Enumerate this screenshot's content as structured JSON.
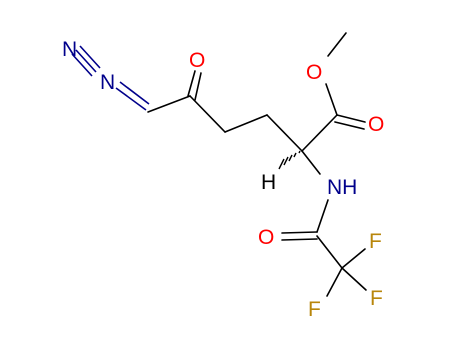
{
  "atoms": [
    {
      "id": "n_terminal",
      "symbol": "N",
      "color": "#00008b"
    },
    {
      "id": "n_inner",
      "symbol": "N",
      "color": "#00008b"
    },
    {
      "id": "o_ketone",
      "symbol": "O",
      "color": "#ff0000"
    },
    {
      "id": "o_ester_ether",
      "symbol": "O",
      "color": "#ff0000"
    },
    {
      "id": "o_ester_carbonyl",
      "symbol": "O",
      "color": "#ff0000"
    },
    {
      "id": "h_stereo",
      "symbol": "H",
      "color": "#000000"
    },
    {
      "id": "nh_amide",
      "symbol": "NH",
      "color": "#00008b"
    },
    {
      "id": "o_amide",
      "symbol": "O",
      "color": "#ff0000"
    },
    {
      "id": "f_1",
      "symbol": "F",
      "color": "#b8860b"
    },
    {
      "id": "f_2",
      "symbol": "F",
      "color": "#b8860b"
    },
    {
      "id": "f_3",
      "symbol": "F",
      "color": "#b8860b"
    }
  ],
  "colors": {
    "bond": "#000000",
    "nitrogen": "#00008b",
    "oxygen": "#ff0000",
    "fluorine": "#b8860b"
  }
}
